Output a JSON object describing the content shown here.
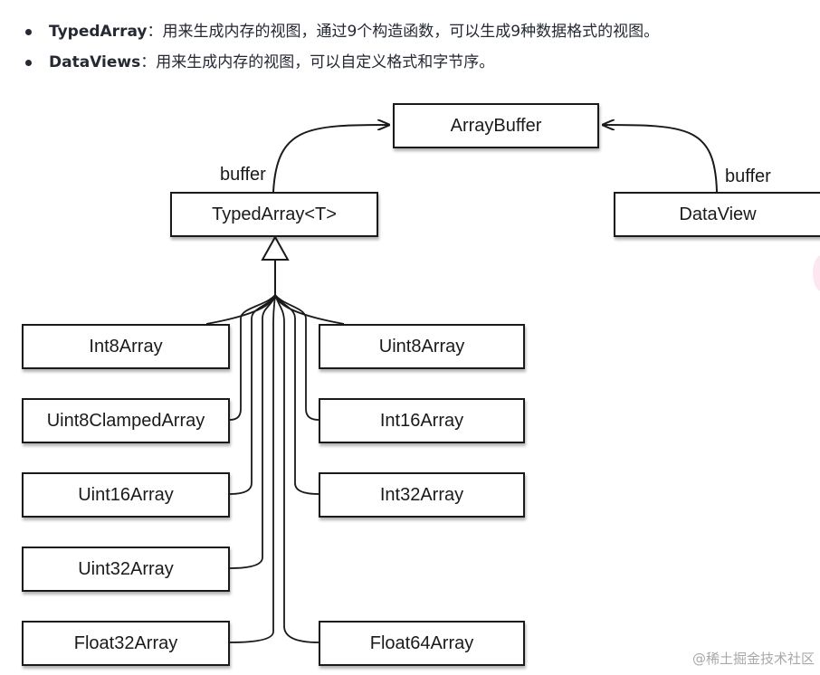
{
  "bullets": [
    {
      "term": "TypedArray",
      "description": "：用来生成内存的视图，通过9个构造函数，可以生成9种数据格式的视图。"
    },
    {
      "term": "DataViews",
      "description": "：用来生成内存的视图，可以自定义格式和字节序。"
    }
  ],
  "diagram": {
    "nodes": {
      "arraybuffer": "ArrayBuffer",
      "typedarray": "TypedArray<T>",
      "dataview": "DataView",
      "int8array": "Int8Array",
      "uint8clampedarray": "Uint8ClampedArray",
      "uint16array": "Uint16Array",
      "uint32array": "Uint32Array",
      "float32array": "Float32Array",
      "uint8array": "Uint8Array",
      "int16array": "Int16Array",
      "int32array": "Int32Array",
      "float64array": "Float64Array"
    },
    "edges": {
      "typedarray_buffer": "buffer",
      "dataview_buffer": "buffer"
    }
  },
  "watermark": "@稀土掘金技术社区"
}
